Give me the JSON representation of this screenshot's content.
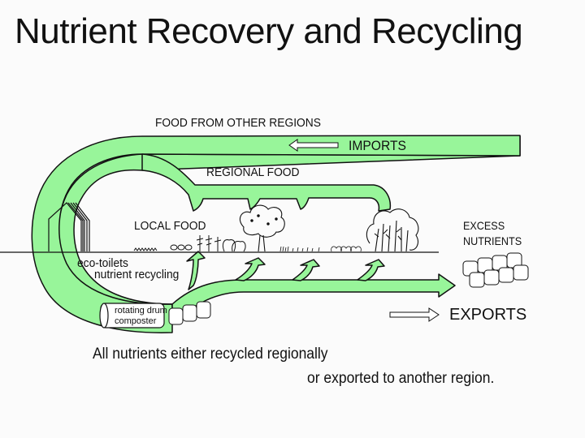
{
  "title": "Nutrient Recovery and Recycling",
  "colors": {
    "flow_green": "#98f59a",
    "outline": "#111111",
    "background": "#fbfbfb"
  },
  "labels": {
    "food_from_other_regions": "FOOD FROM OTHER REGIONS",
    "imports": "IMPORTS",
    "regional_food": "REGIONAL FOOD",
    "local_food": "LOCAL FOOD",
    "excess_line1": "EXCESS",
    "excess_line2": "NUTRIENTS",
    "eco_toilets": "eco-toilets",
    "nutrient_recycling": "nutrient recycling",
    "composter_line1": "rotating drum",
    "composter_line2": "composter",
    "exports": "EXPORTS"
  },
  "caption": {
    "line1": "All nutrients either recycled regionally",
    "line2": "or exported  to another region."
  },
  "icons": [
    "house-icon",
    "tree-icon",
    "forest-icon",
    "shrub-icon",
    "compost-bag-icon",
    "drum-composter-icon",
    "arrow-left-icon",
    "arrow-right-icon"
  ]
}
